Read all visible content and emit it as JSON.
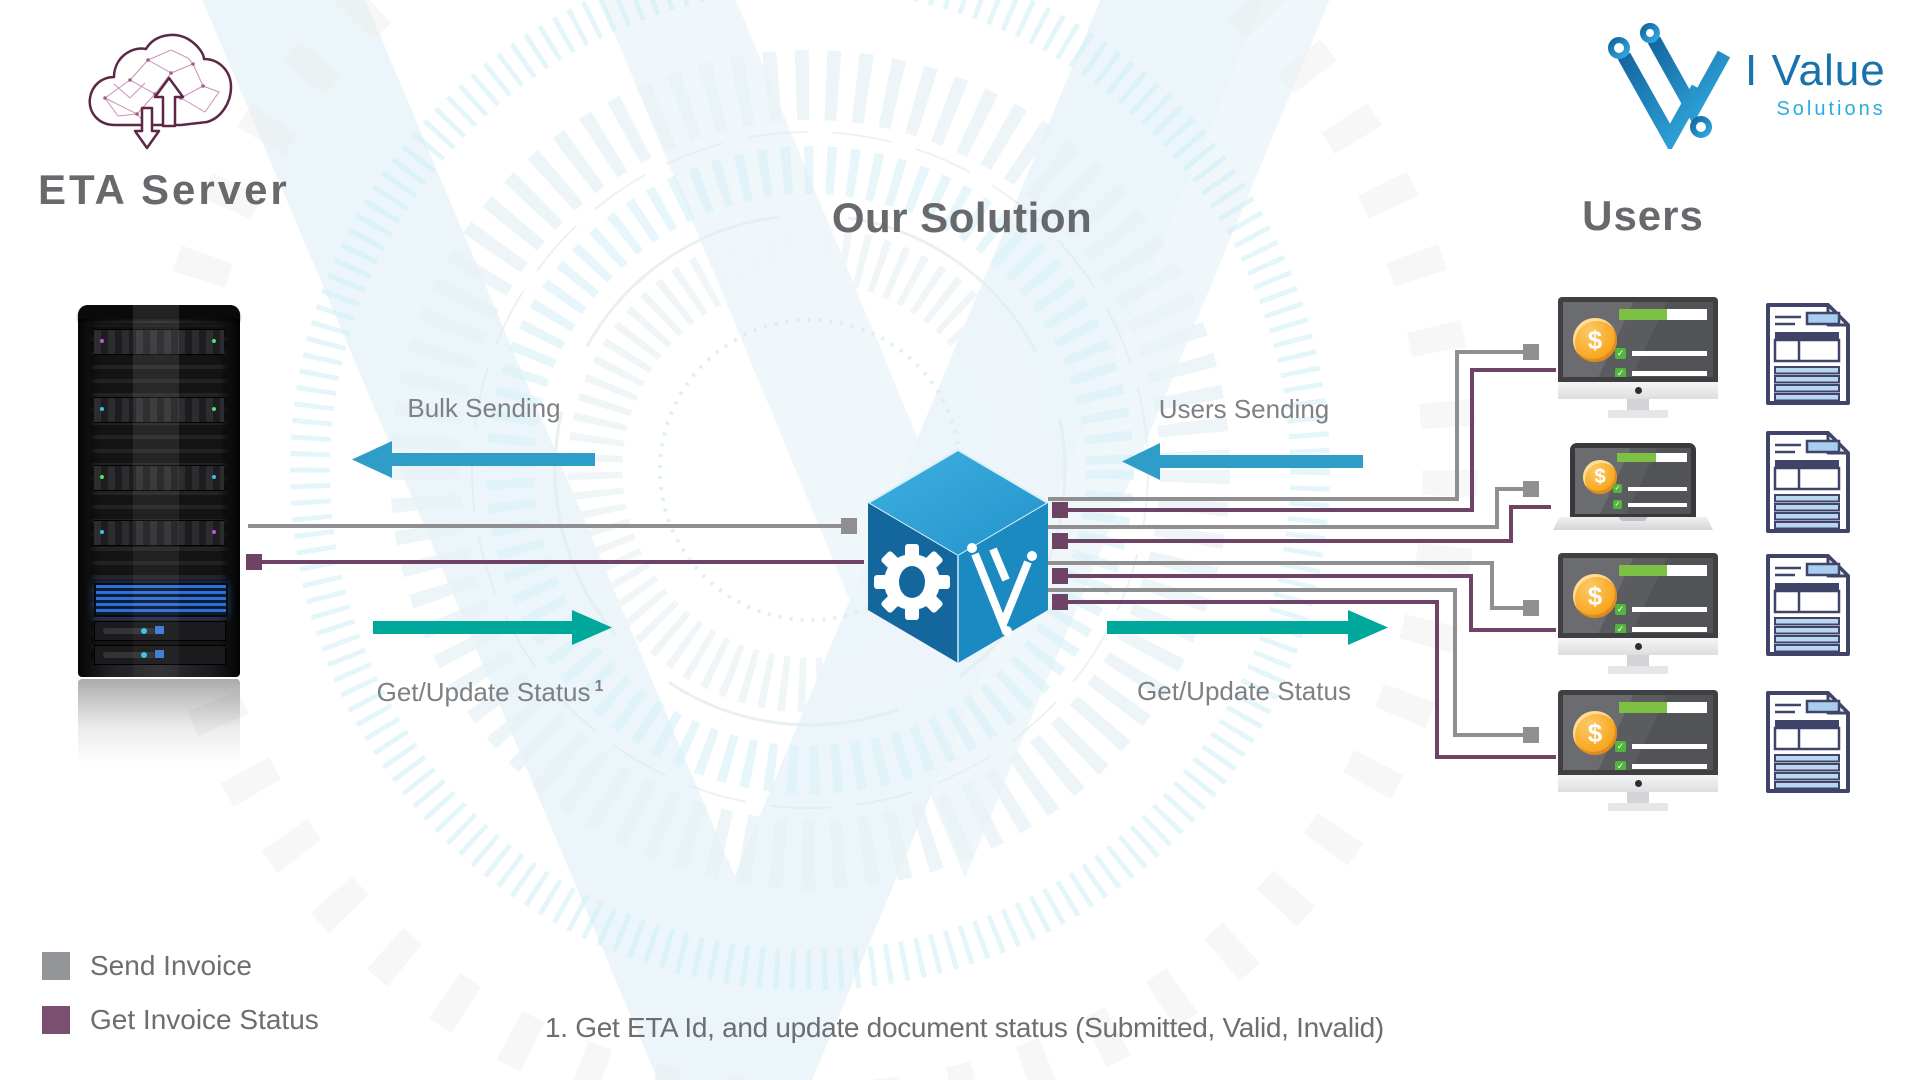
{
  "branding": {
    "cloud_icon": "cloud-data-sync",
    "logo": {
      "name": "I Value",
      "tagline": "Solutions",
      "primary": "#1873ac",
      "accent": "#2aabe2"
    }
  },
  "sections": {
    "eta_server": {
      "title": "ETA Server"
    },
    "solution": {
      "title": "Our Solution"
    },
    "users": {
      "title": "Users"
    }
  },
  "flows": {
    "bulk_sending": {
      "label": "Bulk Sending",
      "direction": "left",
      "color": "#2e9ec9"
    },
    "get_update_status_left": {
      "label": "Get/Update Status",
      "footnote_ref": "1",
      "direction": "right",
      "color": "#00a79b"
    },
    "users_sending": {
      "label": "Users Sending",
      "direction": "left",
      "color": "#2e9ec9"
    },
    "get_update_status_right": {
      "label": "Get/Update Status",
      "direction": "right",
      "color": "#00a79b"
    }
  },
  "connectors": {
    "send_invoice_color": "#8f8f91",
    "get_status_color": "#6f4365"
  },
  "legend": {
    "items": [
      {
        "label": "Send Invoice",
        "color": "#939598"
      },
      {
        "label": "Get Invoice Status",
        "color": "#7b4f72"
      }
    ]
  },
  "footnote": "1. Get ETA Id, and update document status (Submitted, Valid, Invalid)",
  "user_devices": {
    "currency_symbol": "$",
    "check_glyph": "✓",
    "devices": [
      {
        "type": "monitor"
      },
      {
        "type": "laptop"
      },
      {
        "type": "monitor"
      },
      {
        "type": "monitor"
      }
    ]
  }
}
